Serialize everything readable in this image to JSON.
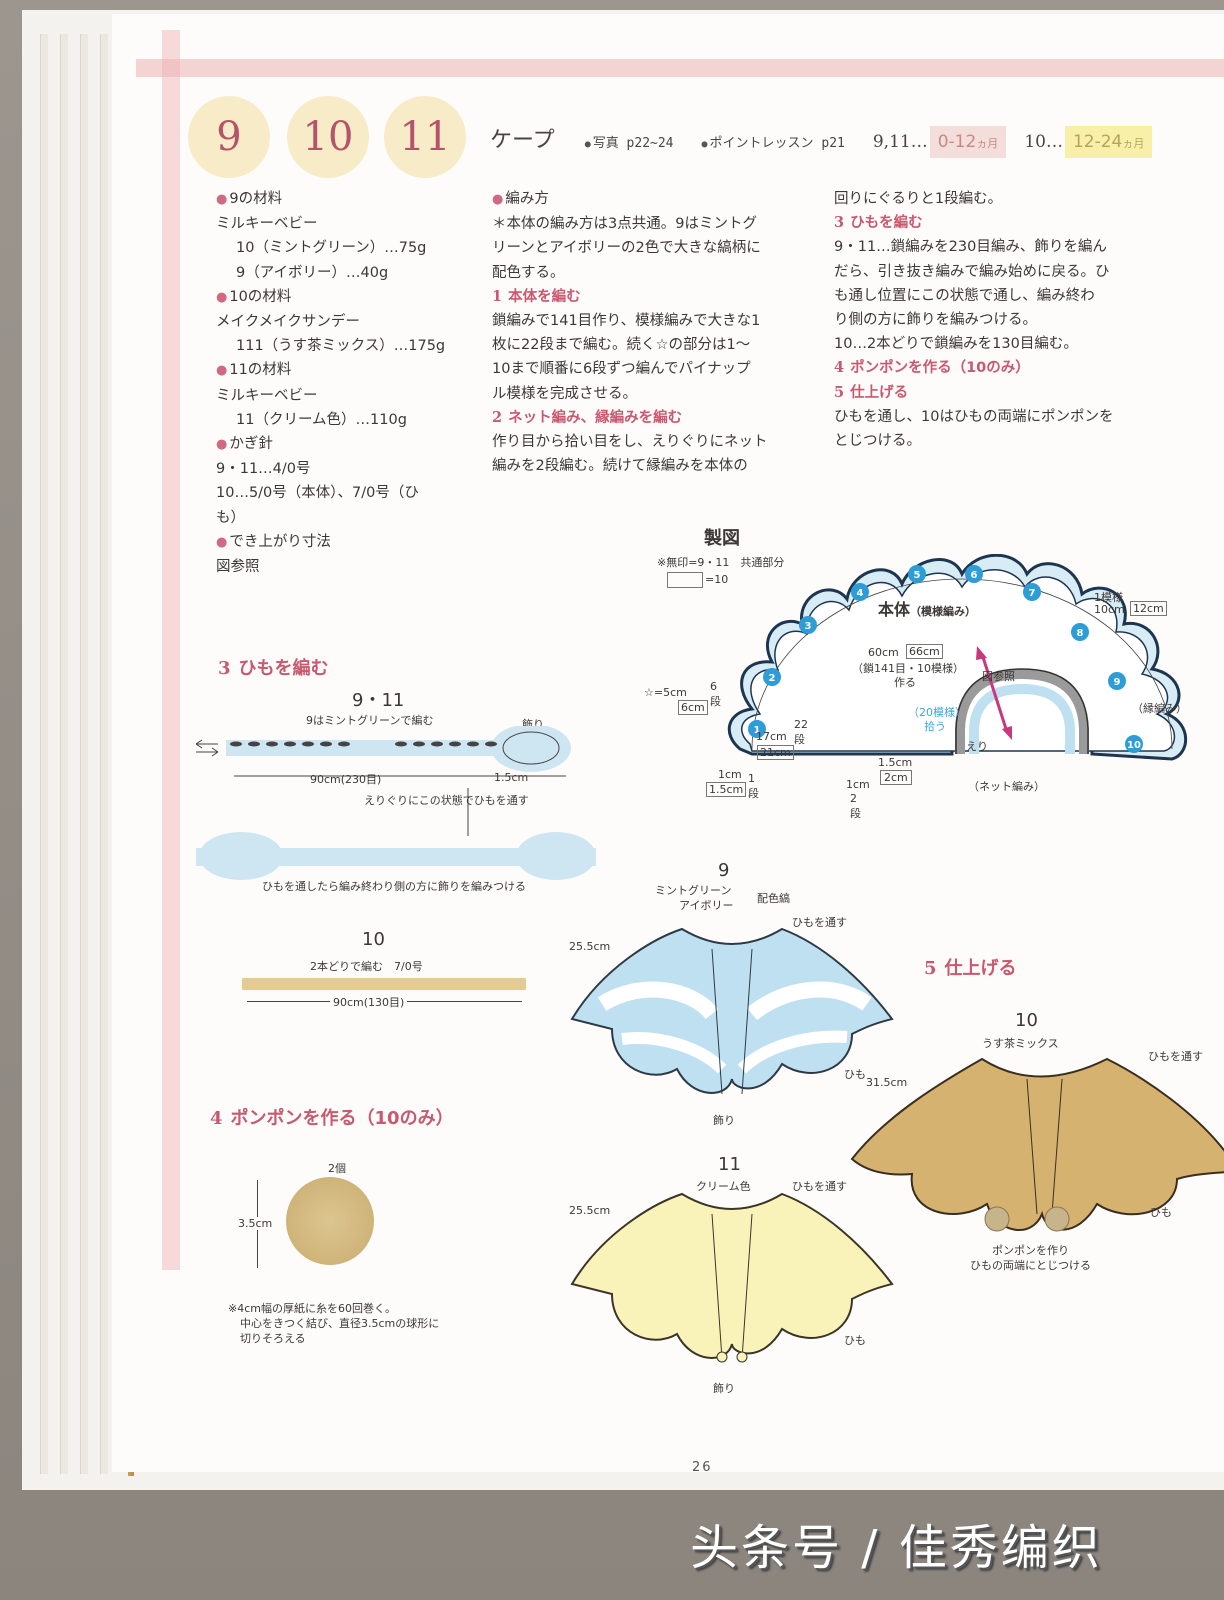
{
  "header": {
    "badges": [
      "9",
      "10",
      "11"
    ],
    "title": "ケープ",
    "photo_ref": "写真 p22~24",
    "lesson_ref": "ポイントレッスン p21",
    "age_ranges": [
      {
        "label": "9,11…",
        "range": "0-12",
        "unit": "ヵ月",
        "color": "#f4dedb"
      },
      {
        "label": "10…",
        "range": "12-24",
        "unit": "ヵ月",
        "color": "#f8f0a8"
      }
    ]
  },
  "materials": {
    "m9_title": "9の材料",
    "m9_yarn": "ミルキーベビー",
    "m9_color1": "10（ミントグリーン）…75g",
    "m9_color2": "9（アイボリー）…40g",
    "m10_title": "10の材料",
    "m10_yarn": "メイクメイクサンデー",
    "m10_color1": "111（うす茶ミックス）…175g",
    "m11_title": "11の材料",
    "m11_yarn": "ミルキーベビー",
    "m11_color1": "11（クリーム色）…110g",
    "hook_title": "かぎ針",
    "hook_1": "9・11…4/0号",
    "hook_2": "10…5/0号（本体）、7/0号（ひ",
    "hook_2b": "も）",
    "size_title": "でき上がり寸法",
    "size_value": "図参照"
  },
  "method": {
    "title": "編み方",
    "intro_1": "＊本体の編み方は3点共通。9はミントグ",
    "intro_2": "リーンとアイボリーの2色で大きな縞柄に",
    "intro_3": "配色する。",
    "s1_num": "1",
    "s1_title": "本体を編む",
    "s1_l1": "鎖編みで141目作り、模様編みで大きな1",
    "s1_l2": "枚に22段まで編む。続く☆の部分は1～",
    "s1_l3": "10まで順番に6段ずつ編んでパイナップ",
    "s1_l4": "ル模様を完成させる。",
    "s2_num": "2",
    "s2_title": "ネット編み、縁編みを編む",
    "s2_l1": "作り目から拾い目をし、えりぐりにネット",
    "s2_l2": "編みを2段編む。続けて縁編みを本体の",
    "s2_l3": "回りにぐるりと1段編む。",
    "s3_num": "3",
    "s3_title": "ひもを編む",
    "s3_l1": "9・11…鎖編みを230目編み、飾りを編ん",
    "s3_l2": "だら、引き抜き編みで編み始めに戻る。ひ",
    "s3_l3": "も通し位置にこの状態で通し、編み終わ",
    "s3_l4": "り側の方に飾りを編みつける。",
    "s3_l5": "10…2本どりで鎖編みを130目編む。",
    "s4_num": "4",
    "s4_title": "ポンポンを作る（10のみ）",
    "s5_num": "5",
    "s5_title": "仕上げる",
    "s5_l1": "ひもを通し、10はひもの両端にポンポンを",
    "s5_l2": "とじつける。"
  },
  "diagram": {
    "title": "製図",
    "note": "※無印=9・11　共通部分",
    "box_note": "=10",
    "body_label": "本体",
    "body_sub": "（模様編み）",
    "petals": [
      "1",
      "2",
      "3",
      "4",
      "5",
      "6",
      "7",
      "8",
      "9",
      "10"
    ],
    "pattern_1": "1模様",
    "pattern_10cm": "10cm",
    "pattern_12cm": "12cm",
    "width_60": "60cm",
    "width_66": "66cm",
    "chain": "（鎖141目・10模様）",
    "make": "作る",
    "ref": "図参照",
    "star_5": "☆=5cm",
    "star_6": "6cm",
    "star_rows": "6段",
    "h17": "17cm",
    "h21": "21cm",
    "h_rows": "22段",
    "pick": "（20模様）",
    "pick2": "拾う",
    "b1cm": "1cm",
    "b15cm": "1.5cm",
    "b_rows": "1段",
    "n15": "1.5cm",
    "n2": "2cm",
    "n1cm": "1cm",
    "n_rows": "2段",
    "collar": "えり",
    "net": "（ネット編み）",
    "edge": "（縁編み）"
  },
  "cord": {
    "section_num": "3",
    "section_title": "ひもを編む",
    "label_911": "9・11",
    "sub_911": "9はミントグリーンで編む",
    "deco": "飾り",
    "len_911": "90cm(230目)",
    "deco_len": "1.5cm",
    "thread_note": "えりぐりにこの状態でひもを通す",
    "after_note": "ひもを通したら編み終わり側の方に飾りを編みつける",
    "label_10": "10",
    "sub_10": "2本どりで編む　7/0号",
    "len_10": "90cm(130目)"
  },
  "pompom": {
    "section_num": "4",
    "section_title": "ポンポンを作る（10のみ）",
    "count": "2個",
    "size": "3.5cm",
    "note_1": "※4cm幅の厚紙に糸を60回巻く。",
    "note_2": "中心をきつく結び、直径3.5cmの球形に",
    "note_3": "切りそろえる"
  },
  "finish": {
    "section_num": "5",
    "section_title": "仕上げる",
    "c9_num": "9",
    "c9_color1": "ミントグリーン",
    "c9_color2": "アイボリー",
    "c9_stripe": "配色縞",
    "c9_len": "25.5cm",
    "c9_thread": "ひもを通す",
    "c9_cord": "ひも",
    "c9_deco": "飾り",
    "c10_num": "10",
    "c10_color": "うす茶ミックス",
    "c10_len": "31.5cm",
    "c10_thread": "ひもを通す",
    "c10_cord": "ひも",
    "c10_pom1": "ポンポンを作り",
    "c10_pom2": "ひもの両端にとじつける",
    "c11_num": "11",
    "c11_color": "クリーム色",
    "c11_len": "25.5cm",
    "c11_thread": "ひもを通す",
    "c11_cord": "ひも",
    "c11_deco": "飾り"
  },
  "colors": {
    "accent_pink": "#c8596f",
    "mint": "#bfe0f0",
    "tan": "#d9b678",
    "cream": "#faf3b9",
    "badge": "#f7ebc8"
  },
  "footer": {
    "page_number": "26",
    "watermark": "头条号 / 佳秀编织"
  }
}
